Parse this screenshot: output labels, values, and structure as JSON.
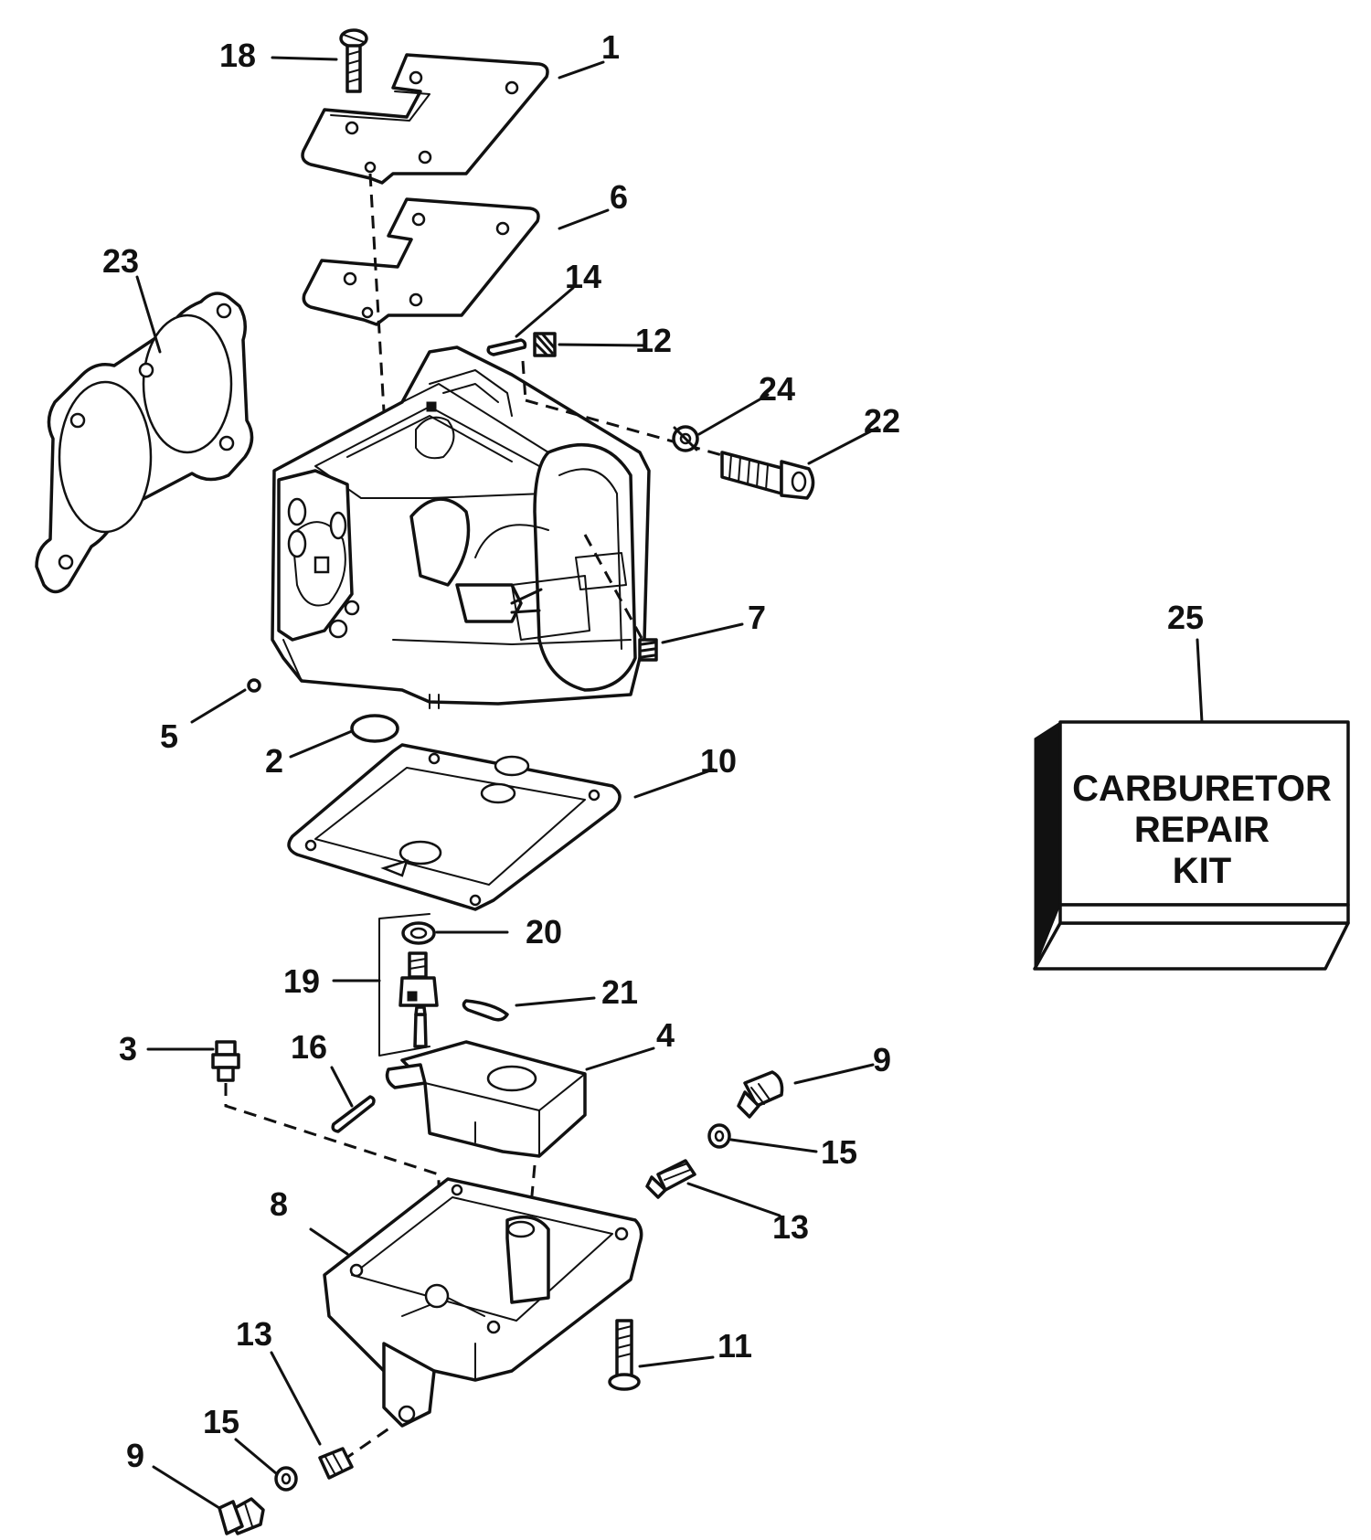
{
  "callouts": {
    "c1": "1",
    "c2": "2",
    "c3": "3",
    "c4": "4",
    "c5": "5",
    "c6": "6",
    "c7": "7",
    "c8": "8",
    "c9a": "9",
    "c9b": "9",
    "c10": "10",
    "c11": "11",
    "c12": "12",
    "c13a": "13",
    "c13b": "13",
    "c14": "14",
    "c15a": "15",
    "c15b": "15",
    "c16": "16",
    "c18": "18",
    "c19": "19",
    "c20": "20",
    "c21": "21",
    "c22": "22",
    "c23": "23",
    "c24": "24",
    "c25": "25"
  },
  "kit": {
    "line1": "CARBURETOR",
    "line2": "REPAIR",
    "line3": "KIT"
  }
}
